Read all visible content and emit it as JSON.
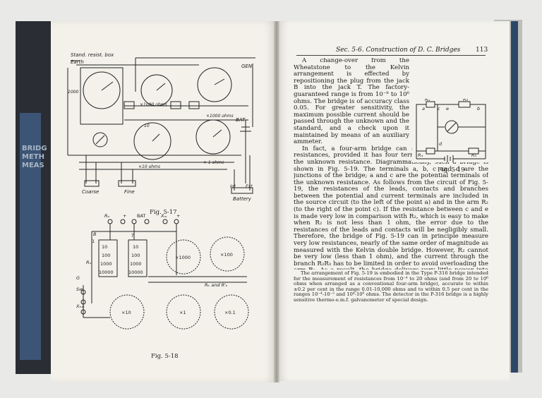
{
  "spine": {
    "lines": [
      "BRIDG",
      "METH",
      "MEAS"
    ]
  },
  "header": {
    "section": "Sec. 5-6. Construction of D. C. Bridges",
    "page_number": "113"
  },
  "left_page": {
    "fig17": {
      "caption": "Fig. 5-17",
      "labels": {
        "stand_box": "Stand. resist. box",
        "earth": "Earth",
        "gen": "GEN",
        "bat": "BAT",
        "x1000": "×1000 ohms",
        "x1000b": "×1000 ohms",
        "x10": "×10 ohms",
        "x1": "× 1 ohms",
        "coarse": "Coarse",
        "fine": "Fine",
        "int": "Int",
        "ext": "Ext",
        "battery": "Battery",
        "num_1000": "1000",
        "num_10": "10"
      }
    },
    "fig18": {
      "caption": "Fig. 5-18",
      "labels": {
        "ra": "Rₐ",
        "plus": "+",
        "bat": "BAT",
        "xm": "Xₘ",
        "plus2": "+",
        "b": "B",
        "t": "T",
        "g": "G",
        "sw": "Sw",
        "rx": "Rₓ",
        "xext": "Xₑₓₜ",
        "rk": "Rₖ and R'ₖ",
        "left_col": [
          "10",
          "100",
          "1000",
          "10000"
        ],
        "right_col": [
          "10",
          "100",
          "1000",
          "10000"
        ],
        "left_top": "1",
        "dial_1000": "×1000",
        "dial_100": "×100",
        "dial_10": "×10",
        "dial_1": "×1",
        "dial_01": "×0.1"
      }
    }
  },
  "right_page": {
    "paragraphs": [
      "A change-over from the Wheatstone to the Kelvin arrangement is effected by repositioning the plug from the jack B into the jack T. The factory-guaranteed range is from 10⁻⁸ to 10⁶ ohms. The bridge is of accuracy class 0.05. For greater sensitivity, the maximum possible current should be passed through the unknown and the standard, and a check upon it maintained by means of an auxiliary ammeter.",
      "In fact, a four-arm bridge can also measure very low resistances, provided it has four terminals for connection of the unknown resistance. Diagrammatically, such a bridge is shown in Fig. 5-19. The terminals a, b, c and d are the junctions of the bridge; a and c are the potential terminals of the unknown resistance. As follows from the circuit of Fig. 5-19, the resistances of the leads, contacts and branches between the potential and current terminals are included in the source circuit (to the left of the point a) and in the arm R₂ (to the right of the point c). If the resistance between c and e is made very low in comparison with R₂, which is easy to make when R₂ is not less than 1 ohm, the error due to the resistances of the leads and contacts will be negligibly small. Therefore, the bridge of Fig. 5-19 can in principle measure very low resistances, nearly of the same order of magnitude as measured with the Kelvin double bridge. However, R₂ cannot be very low (less than 1 ohm), and the current through the branch R₂R₃ has to be limited in order to avoid overloading the arm R₂. As a result, the bridge delivers very little power into the detector, and, other things being equal, the sensitivity of the bridge proves considerably lower in comparison with a Kelvin double bridge, a factor which necessitates the use of a detector with a greater voltage sensitivity."
    ],
    "small_paragraph": "The arrangement of Fig. 5-19 is embodied in the Type P-316 bridge intended for the measurement of resistances from 10⁻⁴ to 20 ohms (and from 20 to 10⁶ ohms when arranged as a conventional four-arm bridge), accurate to within ±0.2 per cent in the range 0.01-10,000 ohms and to within 0.5 per cent in the ranges 10⁻⁴-10⁻² and 10⁴-10⁶ ohms. The detector in the P-316 bridge is a highly sensitive thermo-e.m.f. galvanometer of special design.",
    "fig19": {
      "caption": "Fig. 5-19",
      "labels": {
        "rx": "Rₓ",
        "c": "c",
        "e": "e",
        "r2": "R₂",
        "b": "b",
        "a": "a",
        "d": "d",
        "r4": "R₄",
        "r3": "R₃"
      }
    }
  }
}
